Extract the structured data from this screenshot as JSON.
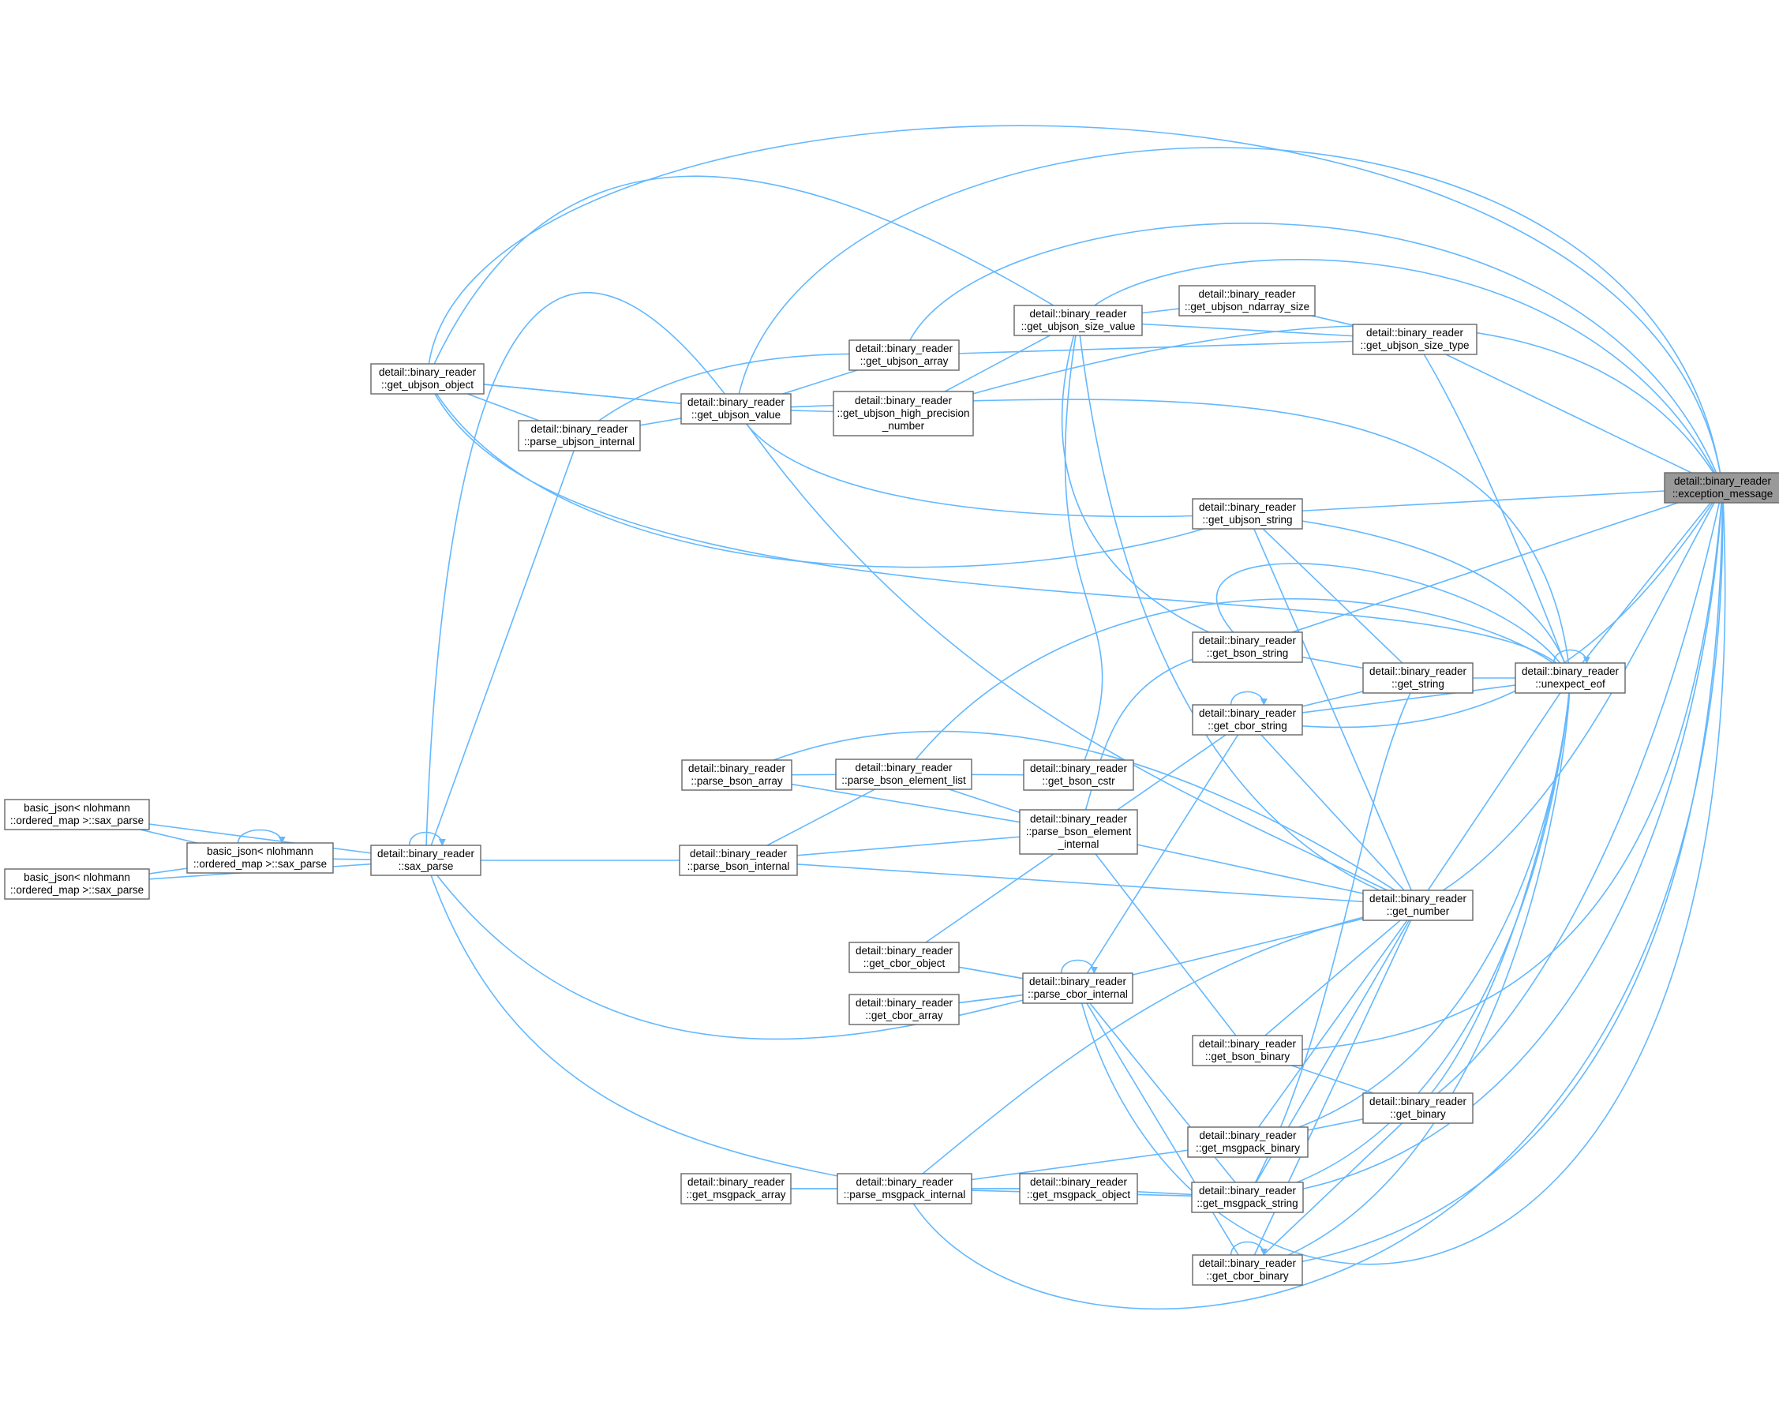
{
  "diagram": {
    "accent_color": "#63b8ff",
    "node_border_color": "#666666",
    "target_fill_color": "#999999",
    "nodes": [
      {
        "id": "exception_message",
        "lines": [
          "detail::binary_reader",
          "::exception_message"
        ],
        "highlight": true
      },
      {
        "id": "unexpect_eof",
        "lines": [
          "detail::binary_reader",
          "::unexpect_eof"
        ]
      },
      {
        "id": "get_ubjson_size_type",
        "lines": [
          "detail::binary_reader",
          "::get_ubjson_size_type"
        ]
      },
      {
        "id": "get_ubjson_ndarray_size",
        "lines": [
          "detail::binary_reader",
          "::get_ubjson_ndarray_size"
        ]
      },
      {
        "id": "get_ubjson_size_value",
        "lines": [
          "detail::binary_reader",
          "::get_ubjson_size_value"
        ]
      },
      {
        "id": "get_ubjson_array",
        "lines": [
          "detail::binary_reader",
          "::get_ubjson_array"
        ]
      },
      {
        "id": "get_ubjson_high_precision_number",
        "lines": [
          "detail::binary_reader",
          "::get_ubjson_high_precision",
          "_number"
        ]
      },
      {
        "id": "get_ubjson_value",
        "lines": [
          "detail::binary_reader",
          "::get_ubjson_value"
        ]
      },
      {
        "id": "get_ubjson_object",
        "lines": [
          "detail::binary_reader",
          "::get_ubjson_object"
        ]
      },
      {
        "id": "parse_ubjson_internal",
        "lines": [
          "detail::binary_reader",
          "::parse_ubjson_internal"
        ]
      },
      {
        "id": "get_ubjson_string",
        "lines": [
          "detail::binary_reader",
          "::get_ubjson_string"
        ]
      },
      {
        "id": "get_bson_string",
        "lines": [
          "detail::binary_reader",
          "::get_bson_string"
        ]
      },
      {
        "id": "get_string",
        "lines": [
          "detail::binary_reader",
          "::get_string"
        ]
      },
      {
        "id": "get_cbor_string",
        "lines": [
          "detail::binary_reader",
          "::get_cbor_string"
        ]
      },
      {
        "id": "parse_bson_array",
        "lines": [
          "detail::binary_reader",
          "::parse_bson_array"
        ]
      },
      {
        "id": "parse_bson_element_list",
        "lines": [
          "detail::binary_reader",
          "::parse_bson_element_list"
        ]
      },
      {
        "id": "get_bson_cstr",
        "lines": [
          "detail::binary_reader",
          "::get_bson_cstr"
        ]
      },
      {
        "id": "parse_bson_element_internal",
        "lines": [
          "detail::binary_reader",
          "::parse_bson_element",
          "_internal"
        ]
      },
      {
        "id": "parse_bson_internal",
        "lines": [
          "detail::binary_reader",
          "::parse_bson_internal"
        ]
      },
      {
        "id": "sax_parse_reader",
        "lines": [
          "detail::binary_reader",
          "::sax_parse"
        ]
      },
      {
        "id": "sax_parse_a",
        "lines": [
          "basic_json< nlohmann",
          "::ordered_map >::sax_parse"
        ]
      },
      {
        "id": "sax_parse_b",
        "lines": [
          "basic_json< nlohmann",
          "::ordered_map >::sax_parse"
        ]
      },
      {
        "id": "sax_parse_c",
        "lines": [
          "basic_json< nlohmann",
          "::ordered_map >::sax_parse"
        ]
      },
      {
        "id": "get_number",
        "lines": [
          "detail::binary_reader",
          "::get_number"
        ]
      },
      {
        "id": "get_cbor_object",
        "lines": [
          "detail::binary_reader",
          "::get_cbor_object"
        ]
      },
      {
        "id": "parse_cbor_internal",
        "lines": [
          "detail::binary_reader",
          "::parse_cbor_internal"
        ]
      },
      {
        "id": "get_cbor_array",
        "lines": [
          "detail::binary_reader",
          "::get_cbor_array"
        ]
      },
      {
        "id": "get_bson_binary",
        "lines": [
          "detail::binary_reader",
          "::get_bson_binary"
        ]
      },
      {
        "id": "get_binary",
        "lines": [
          "detail::binary_reader",
          "::get_binary"
        ]
      },
      {
        "id": "get_msgpack_binary",
        "lines": [
          "detail::binary_reader",
          "::get_msgpack_binary"
        ]
      },
      {
        "id": "get_msgpack_array",
        "lines": [
          "detail::binary_reader",
          "::get_msgpack_array"
        ]
      },
      {
        "id": "parse_msgpack_internal",
        "lines": [
          "detail::binary_reader",
          "::parse_msgpack_internal"
        ]
      },
      {
        "id": "get_msgpack_object",
        "lines": [
          "detail::binary_reader",
          "::get_msgpack_object"
        ]
      },
      {
        "id": "get_msgpack_string",
        "lines": [
          "detail::binary_reader",
          "::get_msgpack_string"
        ]
      },
      {
        "id": "get_cbor_binary",
        "lines": [
          "detail::binary_reader",
          "::get_cbor_binary"
        ]
      }
    ]
  }
}
